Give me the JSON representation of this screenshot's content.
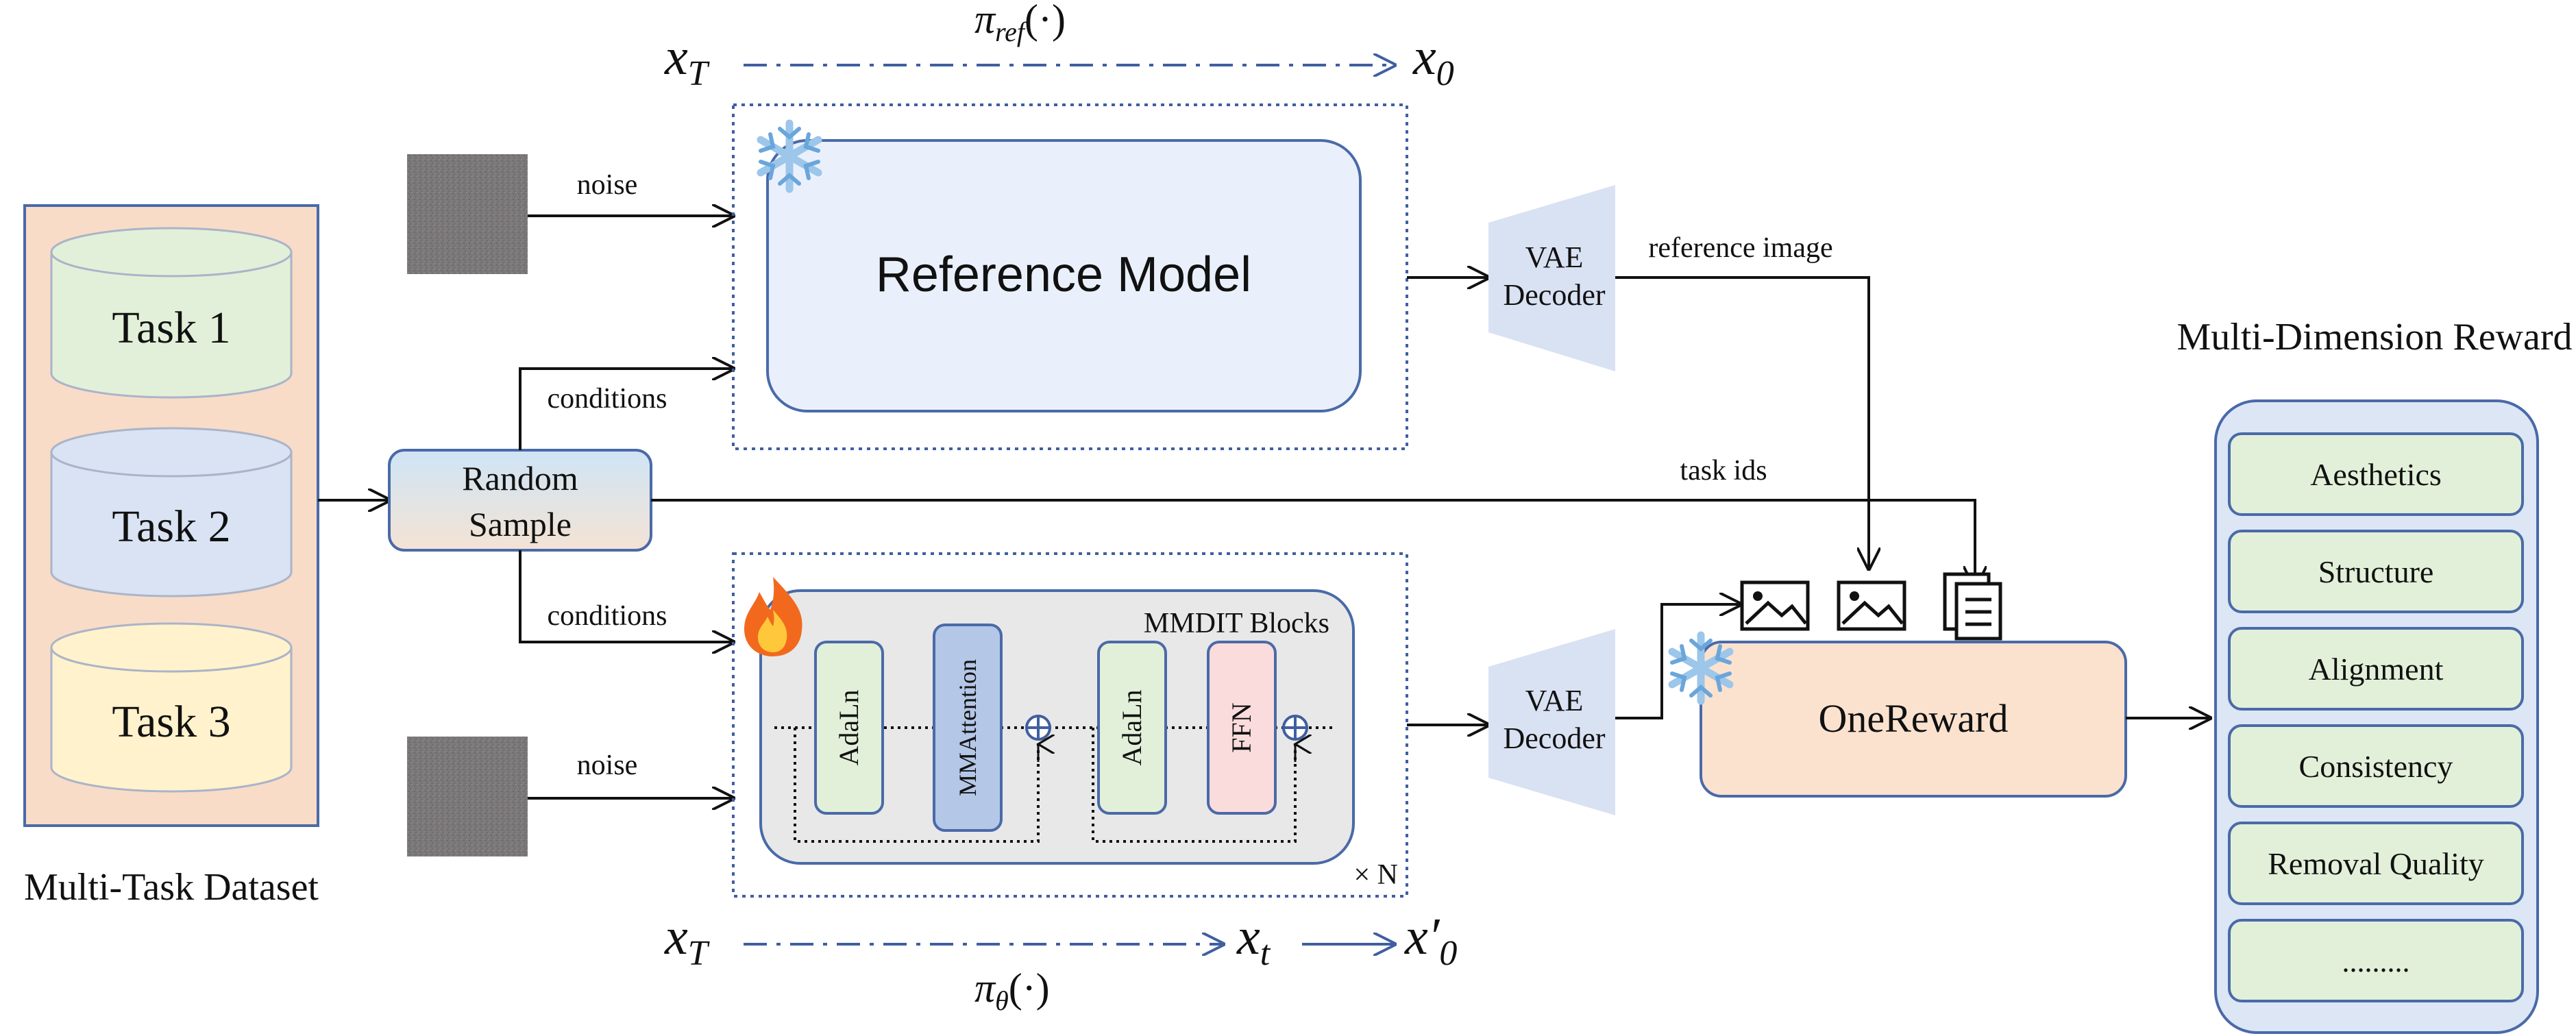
{
  "dataset": {
    "label": "Multi-Task Dataset",
    "tasks": [
      "Task 1",
      "Task 2",
      "Task 3"
    ],
    "colors": [
      "#e2f0d9",
      "#dae3f3",
      "#fff2cc"
    ]
  },
  "sampler": {
    "line1": "Random",
    "line2": "Sample"
  },
  "edges": {
    "noise_top": "noise",
    "noise_bottom": "noise",
    "conditions_top": "conditions",
    "conditions_bottom": "conditions",
    "task_ids": "task ids",
    "reference_image": "reference image"
  },
  "reference_model": {
    "label": "Reference Model",
    "trajectory": {
      "start": "x",
      "start_sub": "T",
      "end": "x",
      "end_sub": "0",
      "policy": "π",
      "policy_sub": "ref",
      "policy_arg": "(·)"
    }
  },
  "policy_model": {
    "blocks_label": "MMDIT Blocks",
    "repeat": "× N",
    "layers": [
      "AdaLn",
      "MMAttention",
      "AdaLn",
      "FFN"
    ],
    "trajectory": {
      "start": "x",
      "start_sub": "T",
      "mid": "x",
      "mid_sub": "t",
      "end": "x′",
      "end_sub": "0",
      "policy": "π",
      "policy_sub": "θ",
      "policy_arg": "(·)"
    }
  },
  "vae": {
    "line1": "VAE",
    "line2": "Decoder"
  },
  "onereward": {
    "label": "OneReward"
  },
  "rewards": {
    "title": "Multi-Dimension Reward",
    "items": [
      "Aesthetics",
      "Structure",
      "Alignment",
      "Consistency",
      "Removal Quality",
      "........."
    ]
  },
  "colors": {
    "stroke": "#4a6aa8",
    "dataset_bg": "#f8dcc8",
    "reference_bg": "#eaf0fb",
    "policy_bg": "#e8e8e8",
    "onereward_bg": "#fbe2cf",
    "reward_item_bg": "#e2f0d9",
    "reward_panel_bg": "#dce6f5",
    "vae_bg": "#d9e2f3",
    "trajectory": "#3f5fa0"
  }
}
